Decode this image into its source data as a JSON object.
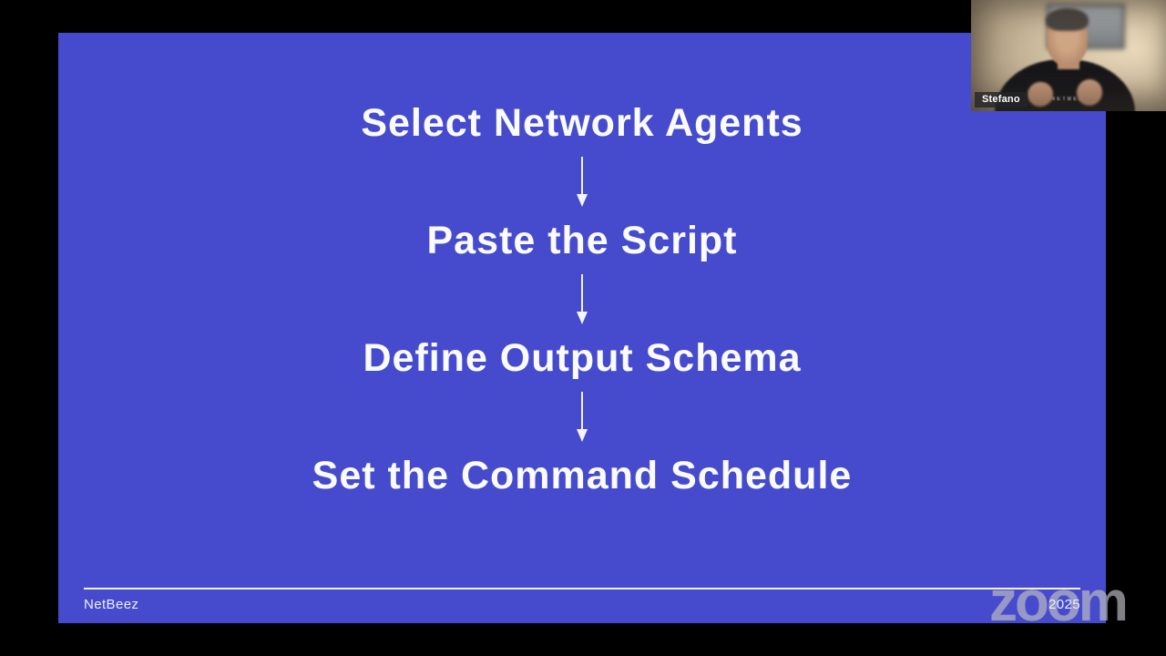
{
  "slide": {
    "background_color": "#464bce",
    "text_color": "#fafbff",
    "steps": [
      {
        "label": "Select Network Agents"
      },
      {
        "label": "Paste the Script"
      },
      {
        "label": "Define Output Schema"
      },
      {
        "label": "Set the Command Schedule"
      }
    ],
    "arrow_icon": "down-arrow-icon",
    "footer": {
      "company": "NetBeez",
      "year": "2025"
    }
  },
  "webcam": {
    "participant_name": "Stefano",
    "shirt_text": "NETBEEZ"
  },
  "watermark": {
    "brand": "zoom",
    "color": "#c3c3cb"
  }
}
